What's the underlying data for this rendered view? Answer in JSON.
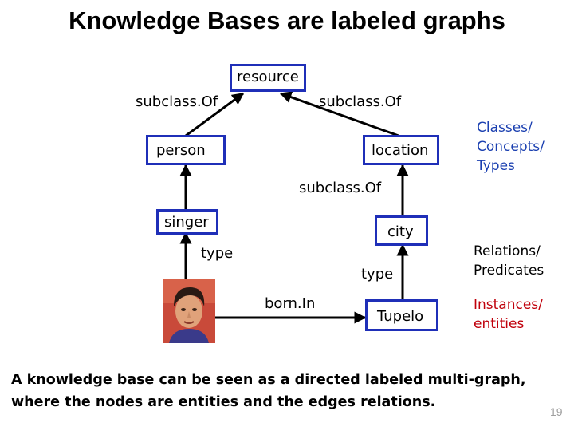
{
  "title": "Knowledge Bases are labeled graphs",
  "nodes": {
    "resource": "resource",
    "person": "person",
    "location": "location",
    "singer": "singer",
    "city": "city",
    "tupelo": "Tupelo"
  },
  "edge_labels": {
    "subclass_left": "subclass.Of",
    "subclass_right": "subclass.Of",
    "subclass_city": "subclass.Of",
    "type_singer": "type",
    "type_city": "type",
    "born_in": "born.In"
  },
  "legend": {
    "classes": [
      "Classes/",
      "Concepts/",
      "Types"
    ],
    "relations": [
      "Relations/",
      "Predicates"
    ],
    "instances": [
      "Instances/",
      "entities"
    ]
  },
  "colors": {
    "node_border": "#1f2fb8",
    "classes_text": "#1a3fb0",
    "instances_text": "#c0000b"
  },
  "footer": [
    "A knowledge base can be seen as a directed labeled multi-graph,",
    "where the nodes are entities and the edges relations."
  ],
  "page_number": "19"
}
